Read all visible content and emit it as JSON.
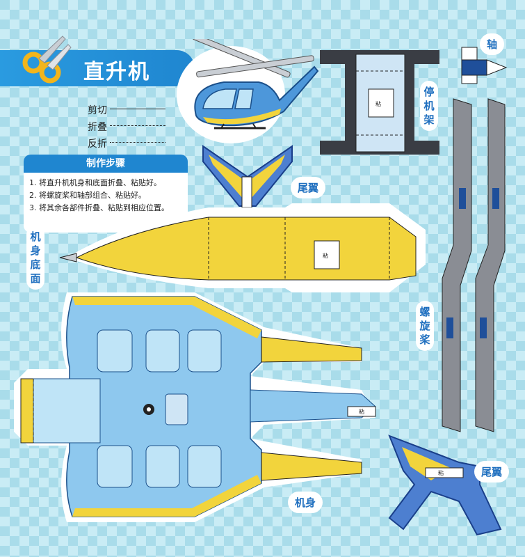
{
  "title": "直升机",
  "legend": {
    "cut": "剪切",
    "mountain_fold": "折叠",
    "valley_fold": "反折"
  },
  "steps": {
    "heading": "制作步骤",
    "items": [
      "1. 将直升机机身和底面折叠、粘贴好。",
      "2. 将螺旋桨和轴部组合、粘贴好。",
      "3. 将其余各部件折叠、粘贴到相应位置。"
    ]
  },
  "labels": {
    "stand": "停机架",
    "axle": "轴",
    "tail_wing_top": "尾翼",
    "tail_wing_bottom": "尾翼",
    "body_bottom": "机身底面",
    "propeller": "螺旋桨",
    "body": "机身",
    "paste": "粘"
  },
  "colors": {
    "title_band": "#1f86d0",
    "body_blue": "#8ec8ee",
    "yellow": "#f2d43c",
    "stand_dark": "#3a3d44",
    "propeller_gray": "#8a8d94"
  },
  "icons": {
    "scissors": "scissors-icon"
  }
}
